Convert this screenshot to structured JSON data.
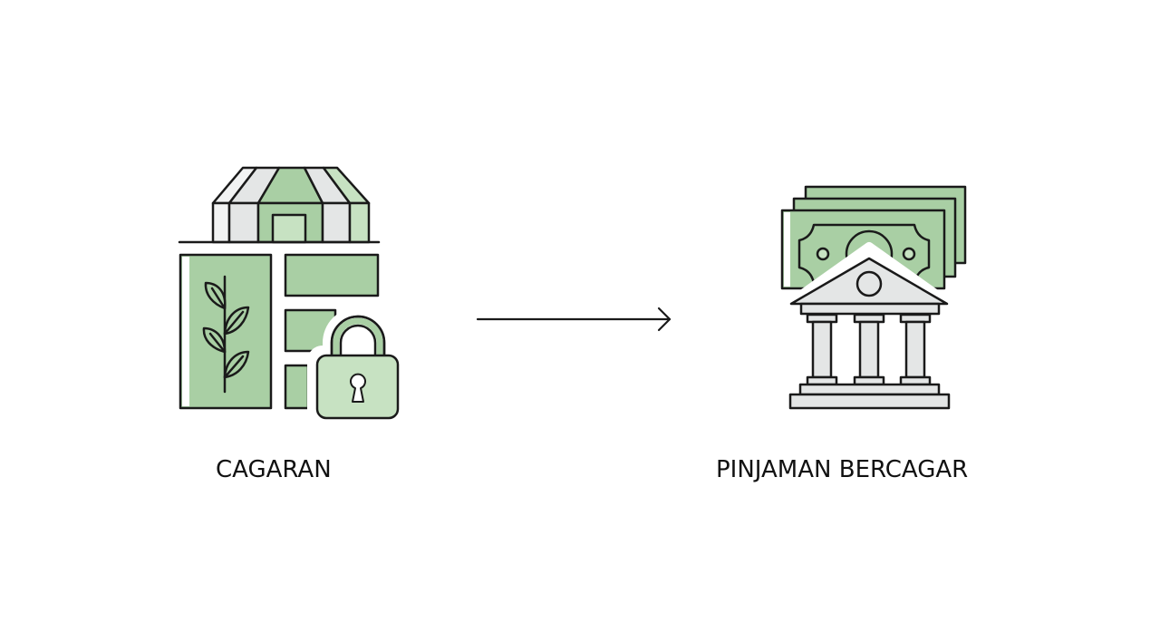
{
  "diagram": {
    "type": "flow",
    "nodes": [
      {
        "id": "cagaran",
        "label": "CAGARAN",
        "icon": "greenhouse-land-lock-icon"
      },
      {
        "id": "pinjaman",
        "label": "PINJAMAN BERCAGAR",
        "icon": "bank-money-icon"
      }
    ],
    "edges": [
      {
        "from": "cagaran",
        "to": "pinjaman",
        "style": "arrow"
      }
    ]
  },
  "colors": {
    "green": "#a9cfa4",
    "light_green": "#c7e2c2",
    "gray": "#e4e6e6",
    "stroke": "#1a1a1a",
    "background": "#ffffff"
  }
}
